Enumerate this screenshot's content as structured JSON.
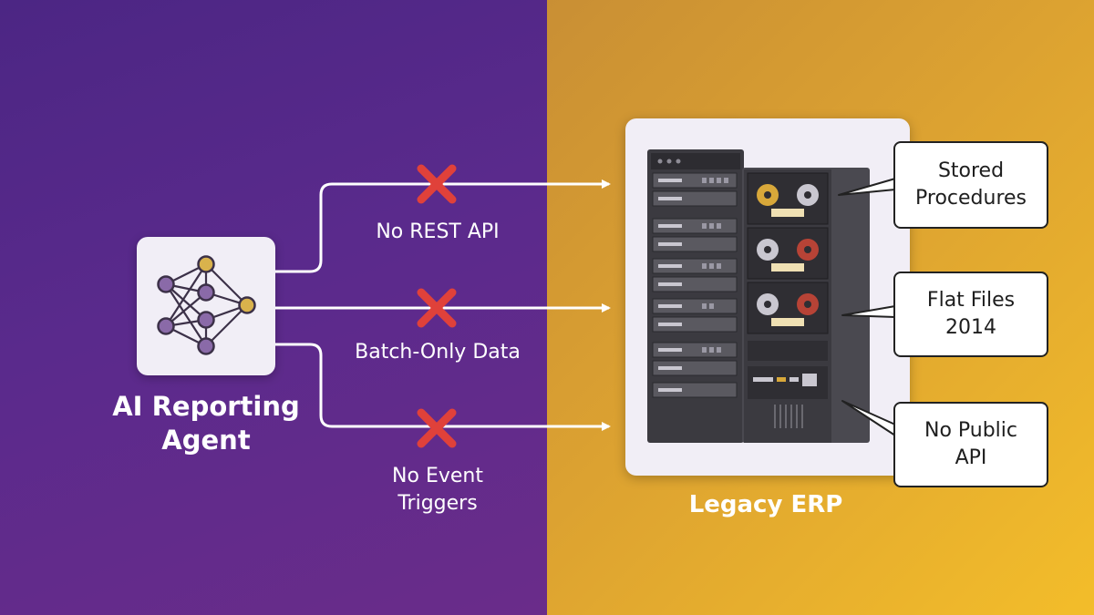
{
  "agent": {
    "label_line1": "AI Reporting",
    "label_line2": "Agent"
  },
  "connections": [
    {
      "label_lines": [
        "No REST API"
      ],
      "status": "blocked"
    },
    {
      "label_lines": [
        "Batch-Only Data"
      ],
      "status": "blocked"
    },
    {
      "label_lines": [
        "No Event",
        "Triggers"
      ],
      "status": "blocked"
    }
  ],
  "erp": {
    "label": "Legacy ERP"
  },
  "callouts": [
    {
      "line1": "Stored",
      "line2": "Procedures"
    },
    {
      "line1": "Flat Files",
      "line2": "2014"
    },
    {
      "line1": "No Public",
      "line2": "API"
    }
  ],
  "icons": {
    "agent": "neural-network-icon",
    "blocked": "red-x-icon",
    "erp": "server-rack-icon"
  },
  "colors": {
    "left_bg": "#5a2a8c",
    "right_bg": "#e5a92f",
    "blocked": "#e0413a",
    "node_purple": "#8a6aa8",
    "node_gold": "#d9b24c"
  }
}
